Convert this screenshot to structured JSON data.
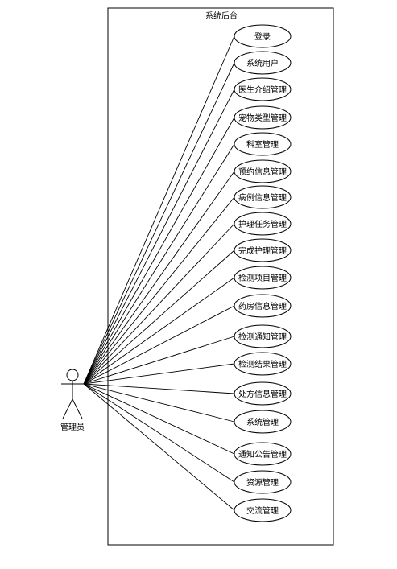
{
  "system": {
    "title": "系统后台"
  },
  "actor": {
    "label": "管理员"
  },
  "use_cases": [
    "登录",
    "系统用户",
    "医生介绍管理",
    "宠物类型管理",
    "科室管理",
    "预约信息管理",
    "病例信息管理",
    "护理任务管理",
    "完成护理管理",
    "检测项目管理",
    "药房信息管理",
    "检测通知管理",
    "检测结果管理",
    "处方信息管理",
    "系统管理",
    "通知公告管理",
    "资源管理",
    "交流管理"
  ],
  "colors": {
    "stroke": "#000000",
    "background": "#ffffff"
  }
}
